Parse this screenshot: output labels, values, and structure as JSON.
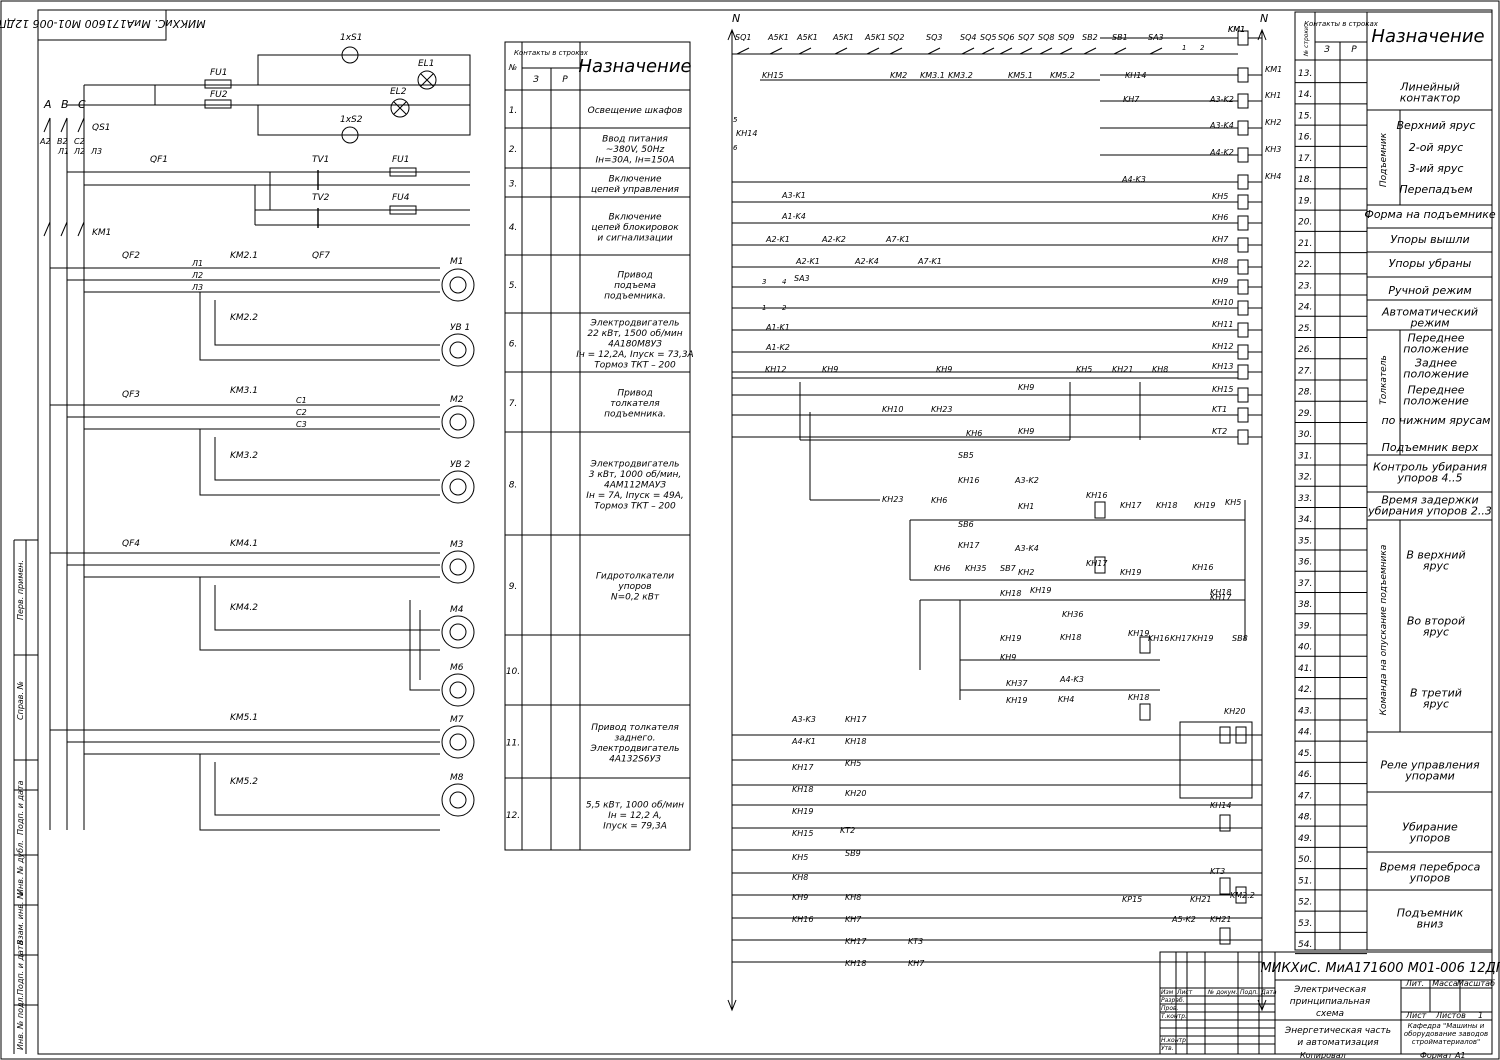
{
  "drawing": {
    "code": "МИКХиС. МиА171600 М01-006 12ДП",
    "code_mirrored": "МИКХиС. МиА171600 М01-006 12ДП",
    "title_lines": [
      "Электрическая",
      "принципиальная",
      "схема"
    ],
    "section_lines": [
      "Энергетическая часть",
      "и автоматизация"
    ],
    "department_lines": [
      "Кафедра \"Машины и",
      "оборудование заводов",
      "стройматериалов\""
    ],
    "copied": "Копировал",
    "format": "Формат А1",
    "sheet_label": "Лист",
    "sheet_value": "",
    "sheets_label": "Листов",
    "sheets_value": "1",
    "col_headers": [
      "Лит.",
      "Масса",
      "Масштаб"
    ],
    "sig_headers": [
      "Изм",
      "Лист",
      "№ докум.",
      "Подп.",
      "Дата"
    ],
    "sig_rows": [
      "Разраб.",
      "Пров.",
      "Т.контр.",
      "",
      "Н.контр.",
      "Утв."
    ],
    "left_strip": [
      "Перв. примен.",
      "Справ. №",
      "Подп. и дата",
      "Инв. № дубл.",
      "Взам. инв. №",
      "Подп. и дата",
      "Инв. № подл."
    ]
  },
  "power": {
    "phases": [
      "A",
      "B",
      "C"
    ],
    "phase_marks": [
      "A2",
      "B2",
      "C2"
    ],
    "line_marks": [
      "Л1",
      "Л2",
      "Л3"
    ],
    "qs": "QS1",
    "km_main": "KM1",
    "fu": [
      "FU1",
      "FU2"
    ],
    "el": [
      "EL1",
      "EL2"
    ],
    "xs": [
      "1xS1",
      "1xS2"
    ],
    "qf1": "QF1",
    "tv": [
      "TV1",
      "TV2"
    ],
    "fu_tv": [
      "FU1",
      "FU4"
    ],
    "groups": [
      {
        "qf": "QF2",
        "km_a": "KM2.1",
        "km_b": "KM2.2",
        "qf2": "QF7",
        "motors": [
          "M1",
          "УВ 1"
        ]
      },
      {
        "qf": "QF3",
        "km_a": "KM3.1",
        "km_b": "KM3.2",
        "qf2": "",
        "motors": [
          "M2",
          "УВ 2"
        ]
      },
      {
        "qf": "QF4",
        "km_a": "KM4.1",
        "km_b": "KM4.2",
        "qf2": "",
        "motors": [
          "M3",
          "M4",
          "M6"
        ]
      },
      {
        "qf": "",
        "km_a": "KM5.1",
        "km_b": "KM5.2",
        "qf2": "",
        "motors": [
          "M7",
          "M8"
        ]
      }
    ],
    "small_marks": [
      "Л1",
      "Л2",
      "Л3",
      "C1",
      "C2",
      "C3"
    ]
  },
  "table_left": {
    "header_no": "№",
    "header_contacts": "Контакты в строках",
    "header_z": "З",
    "header_r": "Р",
    "header_purpose": "Назначение",
    "rows": [
      {
        "no": "1.",
        "text": [
          "Освещение шкафов"
        ]
      },
      {
        "no": "2.",
        "text": [
          "Ввод питания",
          "~380V, 50Hz",
          "Iн=30A, Iн=150A"
        ]
      },
      {
        "no": "3.",
        "text": [
          "Включение",
          "цепей управления"
        ]
      },
      {
        "no": "4.",
        "text": [
          "Включение",
          "цепей блокировок",
          "и сигнализации"
        ]
      },
      {
        "no": "5.",
        "text": [
          "Привод",
          "подъема",
          "подъемника."
        ]
      },
      {
        "no": "6.",
        "text": [
          "Электродвигатель",
          "22 кВт, 1500 об/мин",
          "4А180М8УЗ",
          "Iн = 12,2А, Iпуск = 73,3А",
          "Тормоз ТКТ – 200"
        ]
      },
      {
        "no": "7.",
        "text": [
          "Привод",
          "толкателя",
          "подъемника."
        ]
      },
      {
        "no": "8.",
        "text": [
          "Электродвигатель",
          "3 кВт, 1000 об/мин,",
          "4АМ112МАУЗ",
          "Iн = 7А, Iпуск = 49А,",
          "Тормоз ТКТ – 200"
        ]
      },
      {
        "no": "9.",
        "text": [
          "Гидротолкатели",
          "упоров",
          "N=0,2 кВт"
        ]
      },
      {
        "no": "10.",
        "text": []
      },
      {
        "no": "11.",
        "text": [
          "Привод толкателя",
          "заднего.",
          "Электродвигатель",
          "4А132S6УЗ"
        ]
      },
      {
        "no": "12.",
        "text": [
          "5,5 кВт, 1000 об/мин",
          "Iн = 12,2 А,",
          "Iпуск = 79,3А"
        ]
      }
    ]
  },
  "control": {
    "n_left": "N",
    "n_right": "N",
    "top_contacts": [
      "SQ1",
      "A5K1",
      "A5K1",
      "A5K1",
      "A5K1",
      "SQ2",
      "SQ3",
      "SQ4",
      "SQ5",
      "SQ6",
      "SQ7",
      "SQ8",
      "SQ9",
      "SB2",
      "SB1",
      "SA3"
    ],
    "top_lower": [
      "KH15",
      "KM2",
      "KM3.1",
      "KM3.2",
      "KM5.1",
      "KM5.2",
      "KH14"
    ],
    "coils": [
      "KM1",
      "KH1",
      "KH2",
      "KH3",
      "KH4",
      "KH5",
      "KH6",
      "KH7",
      "KH8",
      "KH9",
      "KH10",
      "KH11",
      "KH12",
      "KH13",
      "KH15",
      "KT1",
      "KT2"
    ],
    "row_labels": [
      "KM1",
      "KH7",
      "A3-K2",
      "A3-K4",
      "A4-K2",
      "A4-K3",
      "A3-K1",
      "A1-K4",
      "A2-K1",
      "A2-K2",
      "A7-K1",
      "A2-K1",
      "A2-K4",
      "A7-K1",
      "SA3",
      "A1-K1",
      "A1-K2",
      "KH12",
      "KH9",
      "KH9",
      "KH9",
      "KH5",
      "KH21",
      "KH8",
      "KH10",
      "KH23",
      "KH6",
      "KH9",
      "KH14"
    ],
    "mid_labels": [
      "SB5",
      "KH16",
      "A3-K2",
      "KH1",
      "KH16",
      "KH17",
      "KH18",
      "KH19",
      "KH5",
      "KH23",
      "KH6",
      "SB6",
      "KH17",
      "A3-K4",
      "KH2",
      "KH17",
      "KH19",
      "KH16",
      "KH17",
      "KH18",
      "KH6",
      "KH35",
      "SB7",
      "KH18",
      "KH19",
      "KH36",
      "KH19",
      "KH18",
      "KH19",
      "KH16",
      "KH17",
      "KH19",
      "SB8",
      "KH9",
      "A4-K3",
      "KH37",
      "KH4",
      "KH19",
      "KH18"
    ],
    "bottom_left": [
      "A3-K3",
      "KH17",
      "A4-K1",
      "KH18",
      "KH17",
      "KH5",
      "KH18",
      "KH20",
      "KH19",
      "KH15",
      "KT2",
      "KH5",
      "SB9",
      "KH8",
      "KH9",
      "KH8",
      "KH16",
      "KH7",
      "KH17",
      "KT3",
      "KH18",
      "KH7"
    ],
    "bottom_right": [
      "KH20",
      "KH14",
      "KT3",
      "KP15",
      "KH21",
      "KM2.2",
      "A5-K2",
      "KH21"
    ],
    "pin_marks": [
      "5",
      "6",
      "1",
      "2",
      "3",
      "4",
      "1",
      "2"
    ]
  },
  "table_right": {
    "header_no": "№ строки",
    "header_contacts": "Контакты в строках",
    "header_z": "З",
    "header_r": "Р",
    "header_purpose": "Назначение",
    "rows": [
      "13.",
      "14.",
      "15.",
      "16.",
      "17.",
      "18.",
      "19.",
      "20.",
      "21.",
      "22.",
      "23.",
      "24.",
      "25.",
      "26.",
      "27.",
      "28.",
      "29.",
      "30.",
      "31.",
      "32.",
      "33.",
      "34.",
      "35.",
      "36.",
      "37.",
      "38.",
      "39.",
      "40.",
      "41.",
      "42.",
      "43.",
      "44.",
      "45.",
      "46.",
      "47.",
      "48.",
      "49.",
      "50.",
      "51.",
      "52.",
      "53.",
      "54."
    ],
    "purposes": [
      {
        "text": [
          "Линейный",
          "контактор"
        ]
      },
      {
        "text": [
          "Верхний ярус"
        ]
      },
      {
        "text": [
          "2-ой ярус"
        ]
      },
      {
        "text": [
          "3-ий ярус"
        ]
      },
      {
        "text": [
          "Перепадъем"
        ]
      },
      {
        "text": [
          "Форма на подъемнике"
        ]
      },
      {
        "text": [
          "Упоры вышли"
        ]
      },
      {
        "text": [
          "Упоры убраны"
        ]
      },
      {
        "text": [
          "Ручной режим"
        ]
      },
      {
        "text": [
          "Автоматический",
          "режим"
        ]
      },
      {
        "text": [
          "Переднее",
          "положение"
        ]
      },
      {
        "text": [
          "Заднее",
          "положение"
        ]
      },
      {
        "text": [
          "Переднее",
          "положение"
        ]
      },
      {
        "text": [
          "по нижним ярусам"
        ]
      },
      {
        "text": [
          "Подъемник верх"
        ]
      },
      {
        "text": [
          "Контроль убирания",
          "упоров 4..5"
        ]
      },
      {
        "text": [
          "Время задержки",
          "убирания упоров 2..3"
        ]
      },
      {
        "text": [
          "В верхний",
          "ярус"
        ]
      },
      {
        "text": [
          "Во второй",
          "ярус"
        ]
      },
      {
        "text": [
          "В третий",
          "ярус"
        ]
      },
      {
        "text": [
          "Реле управления",
          "упорами"
        ]
      },
      {
        "text": [
          "Убирание",
          "упоров"
        ]
      },
      {
        "text": [
          "Время переброса",
          "упоров"
        ]
      },
      {
        "text": [
          "Подъемник",
          "вниз"
        ]
      }
    ],
    "group_podem": "Подъемник",
    "group_tolk": "Толкатель",
    "group_command": "Команда на опускание подъемника"
  }
}
